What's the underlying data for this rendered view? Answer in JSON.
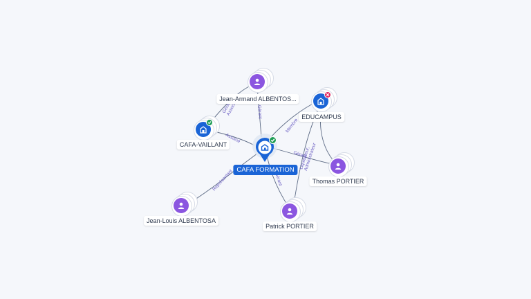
{
  "colors": {
    "company": "#1a64d6",
    "person": "#8b56e0",
    "active_badge": "#1f9d55",
    "closed_badge": "#e0245e",
    "edge": "#5d6b85",
    "edge_label": "#6f63c4"
  },
  "center": {
    "name": "CAFA FORMATION",
    "icon": "building-icon",
    "status": "active"
  },
  "nodes": {
    "jean_armand": {
      "name": "Jean-Armand ALBENTOS...",
      "icon": "person-icon"
    },
    "educampus": {
      "name": "EDUCAMPUS",
      "icon": "building-icon",
      "status": "closed"
    },
    "cafa_vaillant": {
      "name": "CAFA-VAILLANT",
      "icon": "building-icon",
      "status": "active"
    },
    "thomas": {
      "name": "Thomas PORTIER",
      "icon": "person-icon"
    },
    "jean_louis": {
      "name": "Jean-Louis ALBENTOSA",
      "icon": "person-icon"
    },
    "patrick": {
      "name": "Patrick PORTIER",
      "icon": "person-icon"
    }
  },
  "edge_labels": {
    "gerant_top": "Gérant",
    "gerant_assoc_left": "Gérant,\nAssocié",
    "associe": "Associé",
    "membre": "Membre",
    "representant": "Représentant",
    "gerant_patrick": "Gérant",
    "liquidateur": "Liquidateur,\nAdministrateur",
    "gerant_thomas": "Gérant"
  }
}
